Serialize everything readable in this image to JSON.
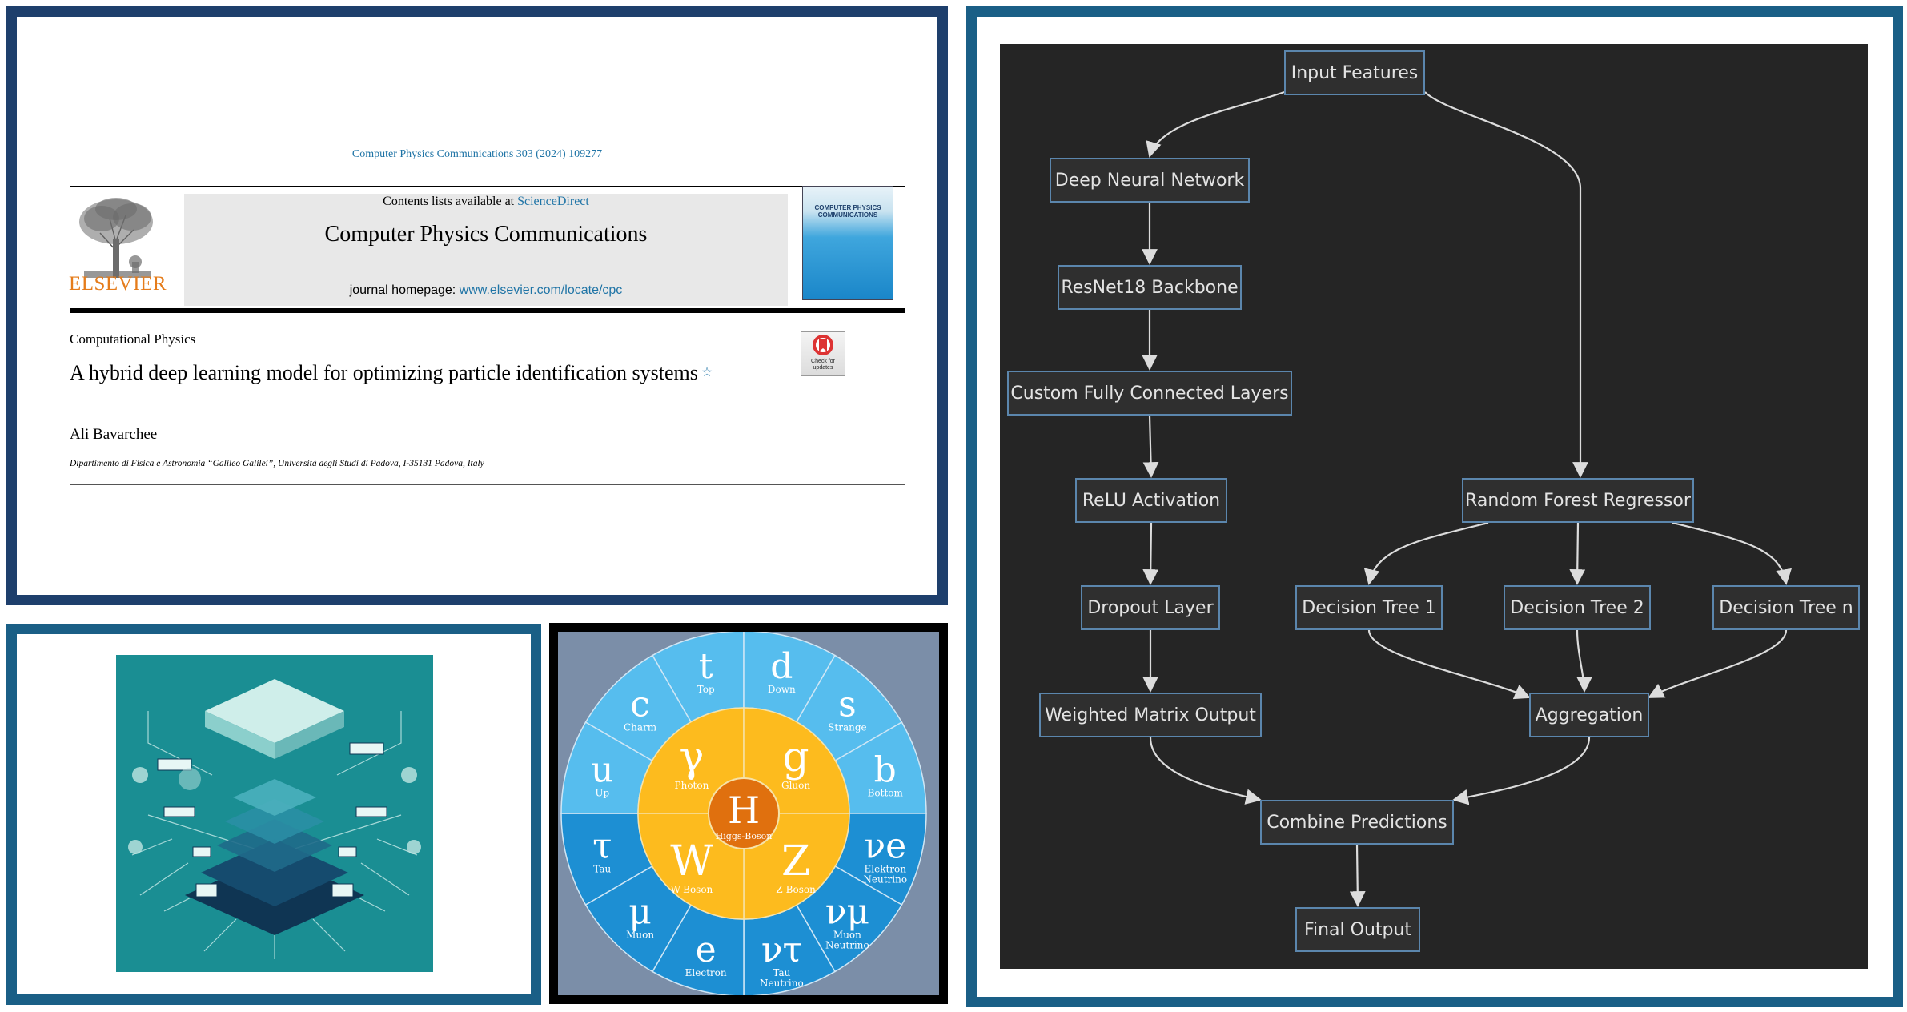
{
  "paper": {
    "journal_ref": "Computer Physics Communications 303 (2024) 109277",
    "contents_prefix": "Contents lists available at ",
    "contents_link": "ScienceDirect",
    "journal_title": "Computer Physics Communications",
    "homepage_prefix": "journal homepage: ",
    "homepage_link": "www.elsevier.com/locate/cpc",
    "publisher_logo": "ELSEVIER",
    "cover_title": "COMPUTER PHYSICS COMMUNICATIONS",
    "section": "Computational Physics",
    "title": "A hybrid deep learning model for optimizing particle identification systems",
    "title_mark": "☆",
    "author": "Ali Bavarchee",
    "affiliation": "Dipartimento di Fisica e Astronomia “Galileo Galilei”, Università degli Studi di Padova, I-35131 Padova, Italy",
    "check_updates": "Check for updates"
  },
  "diagram": {
    "nodes": {
      "input": "Input Features",
      "dnn": "Deep Neural Network",
      "resnet": "ResNet18 Backbone",
      "fc": "Custom Fully Connected Layers",
      "relu": "ReLU Activation",
      "dropout": "Dropout Layer",
      "weighted": "Weighted Matrix Output",
      "rf": "Random Forest Regressor",
      "dt1": "Decision Tree 1",
      "dt2": "Decision Tree 2",
      "dtn": "Decision Tree n",
      "agg": "Aggregation",
      "combine": "Combine Predictions",
      "final": "Final Output"
    },
    "edges": [
      [
        "input",
        "dnn"
      ],
      [
        "dnn",
        "resnet"
      ],
      [
        "resnet",
        "fc"
      ],
      [
        "fc",
        "relu"
      ],
      [
        "relu",
        "dropout"
      ],
      [
        "dropout",
        "weighted"
      ],
      [
        "input",
        "rf"
      ],
      [
        "rf",
        "dt1"
      ],
      [
        "rf",
        "dt2"
      ],
      [
        "rf",
        "dtn"
      ],
      [
        "dt1",
        "agg"
      ],
      [
        "dt2",
        "agg"
      ],
      [
        "dtn",
        "agg"
      ],
      [
        "weighted",
        "combine"
      ],
      [
        "agg",
        "combine"
      ],
      [
        "combine",
        "final"
      ]
    ],
    "colors": {
      "background": "#252525",
      "node_fill": "#2f2f2f",
      "node_border": "#5b86ad",
      "text": "#e3e3e3",
      "edge": "#dcdcdc"
    }
  },
  "particles": {
    "center": {
      "symbol": "H",
      "name": "Higgs-Boson"
    },
    "bosons": [
      {
        "symbol": "γ",
        "name": "Photon"
      },
      {
        "symbol": "g",
        "name": "Gluon"
      },
      {
        "symbol": "Z",
        "name": "Z-Boson"
      },
      {
        "symbol": "W",
        "name": "W-Boson"
      }
    ],
    "fermions": [
      {
        "symbol": "t",
        "name": "Top",
        "group": "quark"
      },
      {
        "symbol": "d",
        "name": "Down",
        "group": "quark"
      },
      {
        "symbol": "s",
        "name": "Strange",
        "group": "quark"
      },
      {
        "symbol": "b",
        "name": "Bottom",
        "group": "quark"
      },
      {
        "symbol": "νe",
        "name": "Elektron Neutrino",
        "group": "lepton"
      },
      {
        "symbol": "νμ",
        "name": "Muon Neutrino",
        "group": "lepton"
      },
      {
        "symbol": "ντ",
        "name": "Tau Neutrino",
        "group": "lepton"
      },
      {
        "symbol": "e",
        "name": "Electron",
        "group": "lepton"
      },
      {
        "symbol": "μ",
        "name": "Muon",
        "group": "lepton"
      },
      {
        "symbol": "τ",
        "name": "Tau",
        "group": "lepton"
      },
      {
        "symbol": "u",
        "name": "Up",
        "group": "quark"
      },
      {
        "symbol": "c",
        "name": "Charm",
        "group": "quark"
      }
    ],
    "colors": {
      "quark": "#56bdee",
      "lepton": "#1d8fd3",
      "boson": "#fdbb1e",
      "higgs": "#e0700e",
      "background": "#7b8ea8"
    }
  },
  "illustration": {
    "colors": {
      "background": "#1a8e93",
      "chip": "#103e5e",
      "line": "#d7f2f0"
    }
  }
}
